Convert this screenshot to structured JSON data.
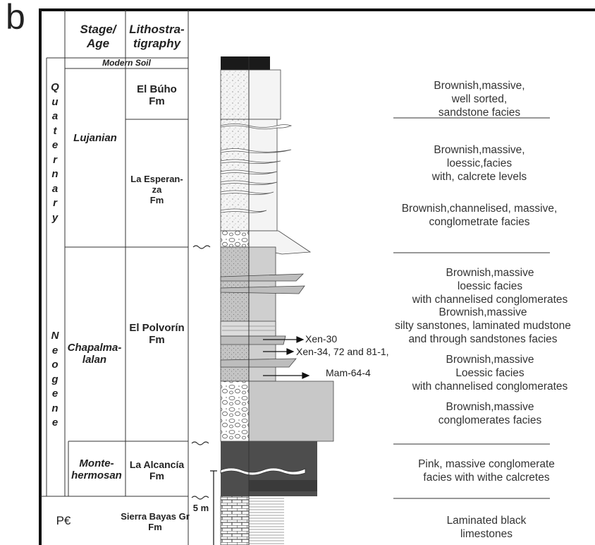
{
  "panel_label": "b",
  "header": {
    "stage": "Stage/\nAge",
    "litho": "Lithostra-\ntigraphy"
  },
  "modern_soil": "Modern Soil",
  "eras": {
    "quaternary": "Quaternary",
    "neogene": "Neogene",
    "precambrian": "P€"
  },
  "stages": {
    "lujanian": "Lujanian",
    "chapalmalalan": "Chapalma-\nlalan",
    "montehermosan": "Monte-\nhermosan"
  },
  "formations": {
    "el_buho": "El Búho\nFm",
    "la_esperanza": "La Esperan-\nza\nFm",
    "el_polvorin": "El Polvorín\nFm",
    "la_alcancia": "La Alcancía\nFm",
    "sierra_bayas": "Sierra Bayas Gr\nFm"
  },
  "scale_label": "5 m",
  "samples": [
    "Xen-30",
    "Xen-34, 72 and 81-1,",
    "Mam-64-4"
  ],
  "facies": [
    "Brownish,massive,\nwell sorted,\nsandstone facies",
    "Brownish,massive,\nloessic,facies\nwith, calcrete levels",
    "Brownish,channelised, massive,\nconglometrate facies",
    "Brownish,massive\nloessic facies\nwith channelised conglomerates",
    "Brownish,massive\nsilty sanstones, laminated mudstone\nand through sandstones facies",
    "Brownish,massive\nLoessic facies\nwith channelised conglomerates",
    "Brownish,massive\nconglomerates facies",
    "Pink, massive conglomerate\nfacies with withe calcretes",
    "Laminated black\nlimestones"
  ],
  "colors": {
    "soil": "#1a1a1a",
    "sand": "#f2f2f2",
    "loess": "#d2d2d2",
    "silt": "#c8c8c8",
    "conglomerate": "#bebebe",
    "pink_congl": "#4d4d4d",
    "limestone": "#b8b8b8"
  }
}
